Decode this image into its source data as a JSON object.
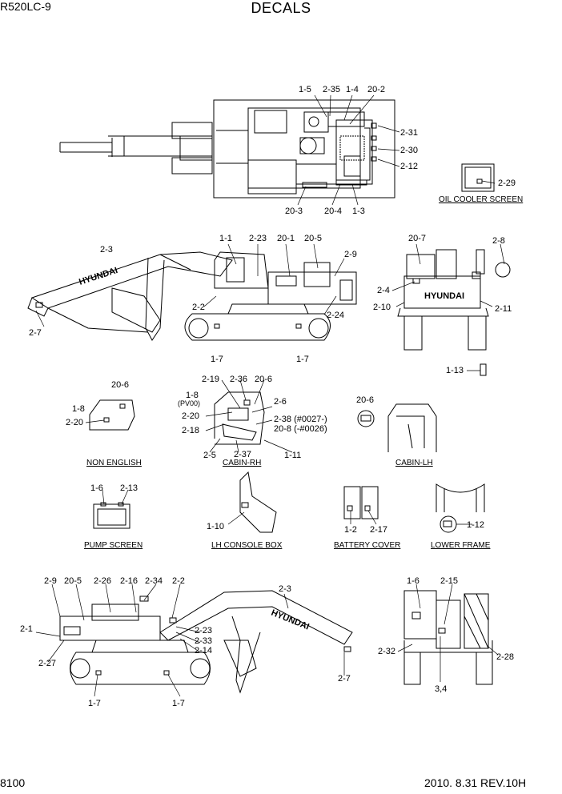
{
  "header": {
    "model": "R520LC-9",
    "title": "DECALS"
  },
  "footer": {
    "page": "8100",
    "revision": "2010. 8.31  REV.10H"
  },
  "sections": {
    "oil_cooler_screen": "OIL COOLER SCREEN",
    "non_english": "NON ENGLISH",
    "cabin_rh": "CABIN-RH",
    "cabin_lh": "CABIN-LH",
    "pump_screen": "PUMP SCREEN",
    "lh_console_box": "LH CONSOLE BOX",
    "battery_cover": "BATTERY COVER",
    "lower_frame": "LOWER FRAME"
  },
  "brand": {
    "decal_text": "HYUNDAI"
  },
  "labels": {
    "top": [
      "1-5",
      "2-35",
      "1-4",
      "20-2",
      "2-31",
      "2-30",
      "2-12",
      "20-3",
      "20-4",
      "1-3",
      "2-29"
    ],
    "side": [
      "2-3",
      "1-1",
      "2-23",
      "20-1",
      "20-5",
      "2-9",
      "2-2",
      "2-24",
      "2-7",
      "1-7",
      "1-7"
    ],
    "rear": [
      "20-7",
      "2-8",
      "2-4",
      "2-10",
      "2-11",
      "1-13"
    ],
    "non_english": [
      "20-6",
      "1-8",
      "2-20"
    ],
    "cabin_rh": [
      "2-19",
      "2-36",
      "20-6",
      "1-8",
      "(PV00)",
      "2-6",
      "2-20",
      "2-38 (#0027-)",
      "20-8 (-#0026)",
      "2-18",
      "2-5",
      "2-37",
      "1-11"
    ],
    "cabin_lh": [
      "20-6"
    ],
    "pump_screen": [
      "1-6",
      "2-13"
    ],
    "lh_console": [
      "1-10"
    ],
    "battery": [
      "1-2",
      "2-17"
    ],
    "lower_frame": [
      "1-12"
    ],
    "left_view": [
      "2-9",
      "20-5",
      "2-26",
      "2-16",
      "2-34",
      "2-2",
      "2-3",
      "2-1",
      "2-23",
      "2-33",
      "2-14",
      "2-27",
      "2-7",
      "1-7",
      "1-7"
    ],
    "front": [
      "1-6",
      "2-15",
      "2-32",
      "2-28",
      "3,4"
    ]
  }
}
